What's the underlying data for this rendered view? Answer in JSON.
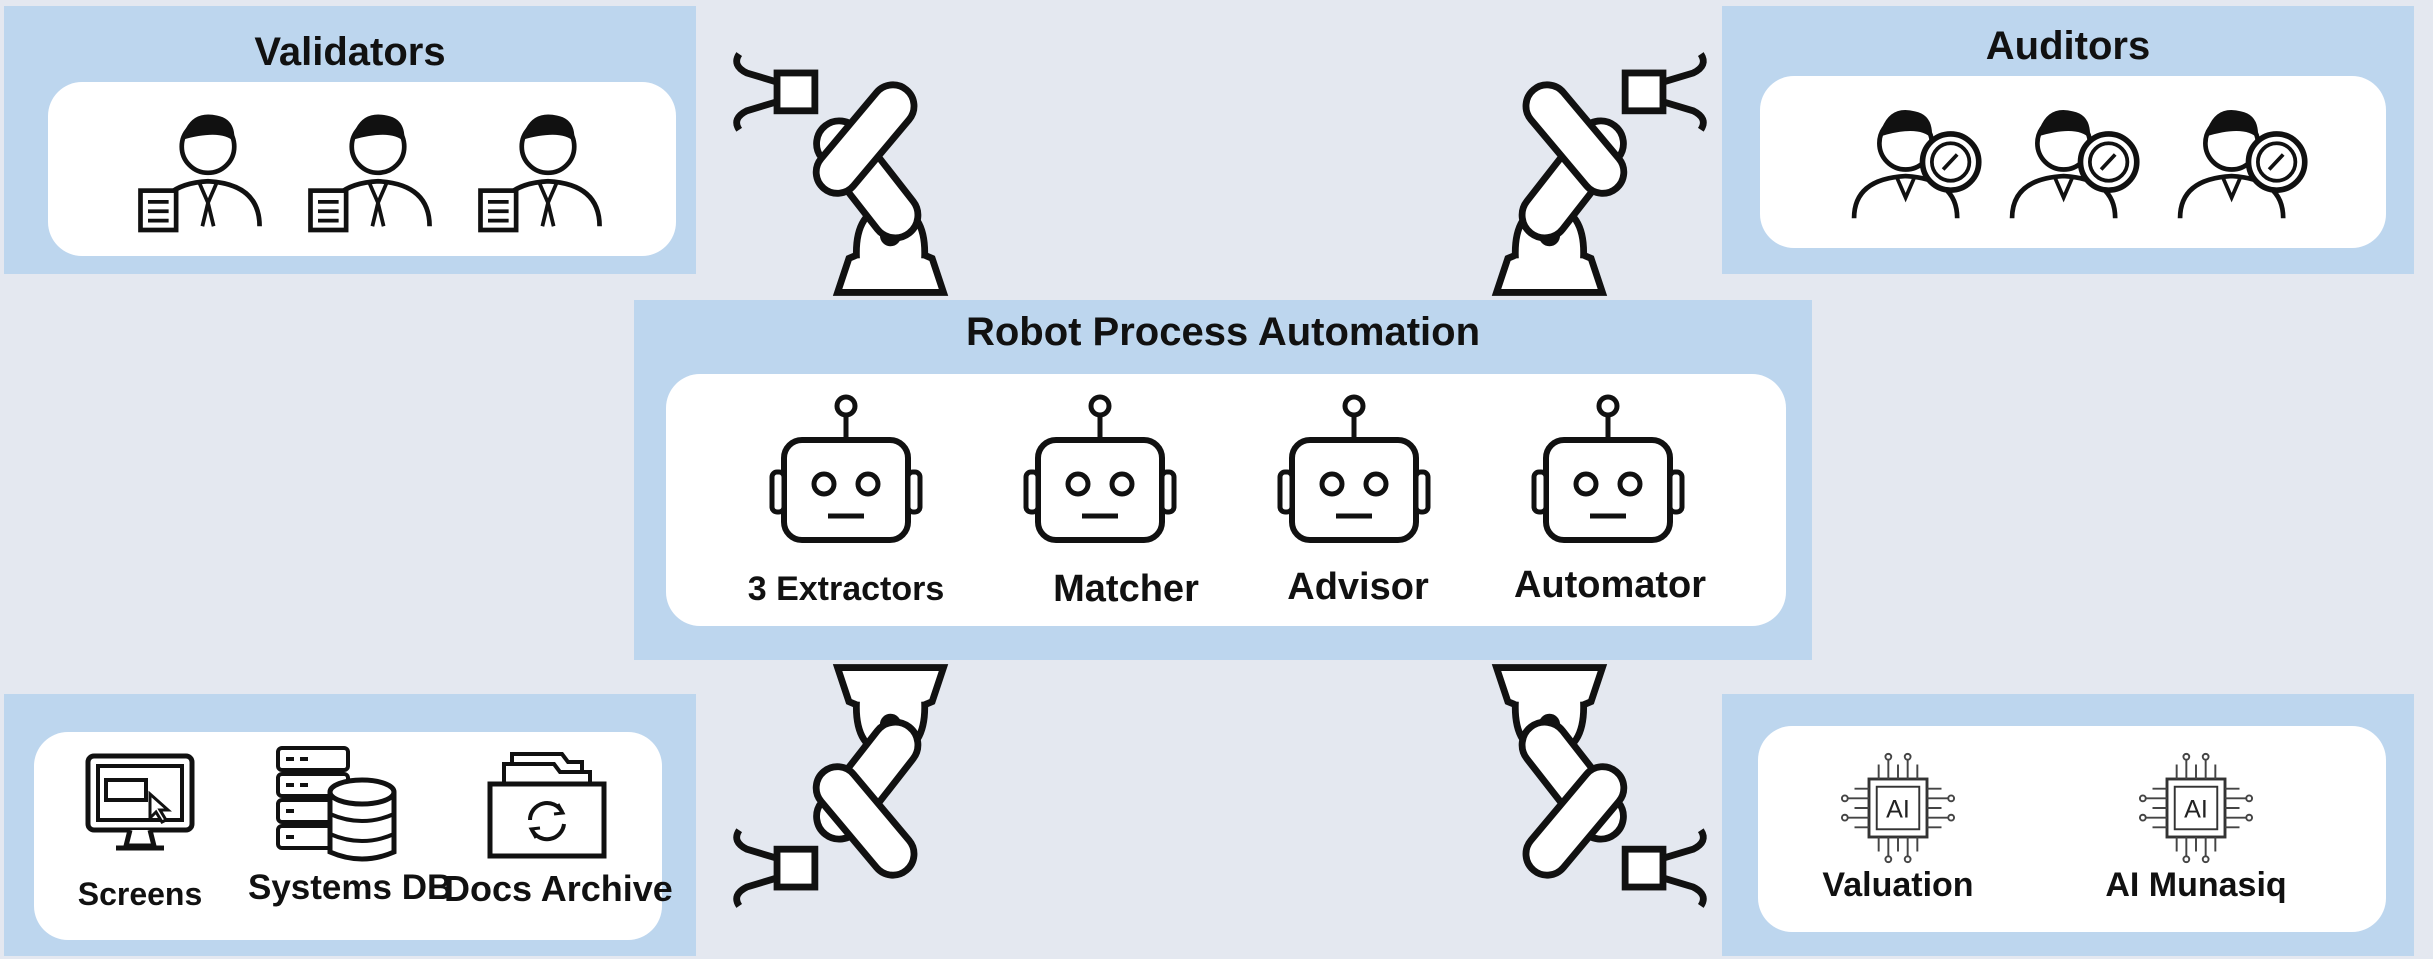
{
  "validators": {
    "title": "Validators",
    "icons": [
      "person-document-icon",
      "person-document-icon",
      "person-document-icon"
    ]
  },
  "auditors": {
    "title": "Auditors",
    "icons": [
      "person-magnifier-icon",
      "person-magnifier-icon",
      "person-magnifier-icon"
    ]
  },
  "rpa": {
    "title": "Robot Process Automation",
    "bots": [
      {
        "label": "3 Extractors",
        "icon": "robot-head-icon"
      },
      {
        "label": "Matcher",
        "icon": "robot-head-icon"
      },
      {
        "label": "Advisor",
        "icon": "robot-head-icon"
      },
      {
        "label": "Automator",
        "icon": "robot-head-icon"
      }
    ]
  },
  "sources": {
    "items": [
      {
        "label": "Screens",
        "icon": "monitor-icon"
      },
      {
        "label": "Systems DB",
        "icon": "database-icon"
      },
      {
        "label": "Docs Archive",
        "icon": "archive-box-icon"
      }
    ]
  },
  "ai": {
    "items": [
      {
        "label": "Valuation",
        "icon": "ai-chip-icon"
      },
      {
        "label": "AI Munasiq",
        "icon": "ai-chip-icon"
      }
    ]
  },
  "decor": {
    "arm_icon": "robotic-arm-icon"
  },
  "colors": {
    "background": "#e4e8f0",
    "panel": "#bdd6ee",
    "card": "#ffffff",
    "ink": "#111111"
  }
}
